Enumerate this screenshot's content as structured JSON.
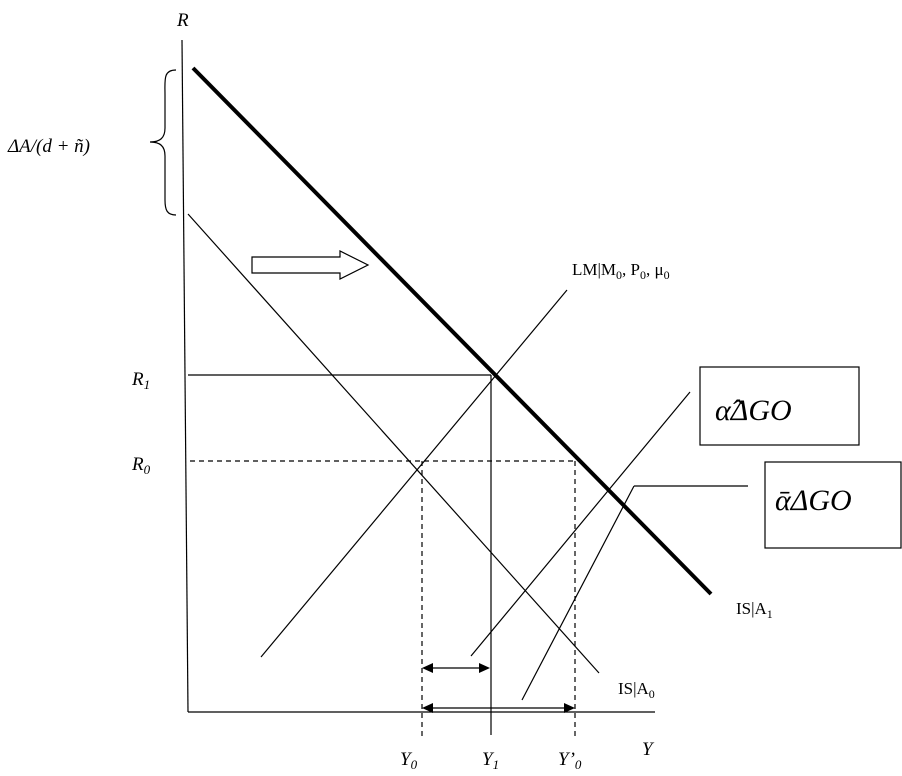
{
  "axes": {
    "y_axis": "R",
    "x_axis": "Y"
  },
  "y_ticks": {
    "r1": {
      "main": "R",
      "sub": "1"
    },
    "r0": {
      "main": "R",
      "sub": "0"
    }
  },
  "x_ticks": {
    "y0": {
      "main": "Y",
      "sub": "0"
    },
    "y1": {
      "main": "Y",
      "sub": "1"
    },
    "y0p": {
      "main": "Y’",
      "sub": "0"
    }
  },
  "shift_label": "ΔA/(d + ñ)",
  "curves": {
    "lm": {
      "main": "LM|M",
      "sub1": "0",
      "mid1": ", P",
      "sub2": "0",
      "mid2": ", μ",
      "sub3": "0"
    },
    "is1": {
      "main": "IS|A",
      "sub": "1"
    },
    "is0": {
      "main": "IS|A",
      "sub": "0"
    }
  },
  "boxes": {
    "alpha_hat": {
      "symbol": "α̂",
      "text": "ΔGO"
    },
    "alpha_bar": {
      "symbol": "ᾱ",
      "text": "ΔGO"
    }
  }
}
